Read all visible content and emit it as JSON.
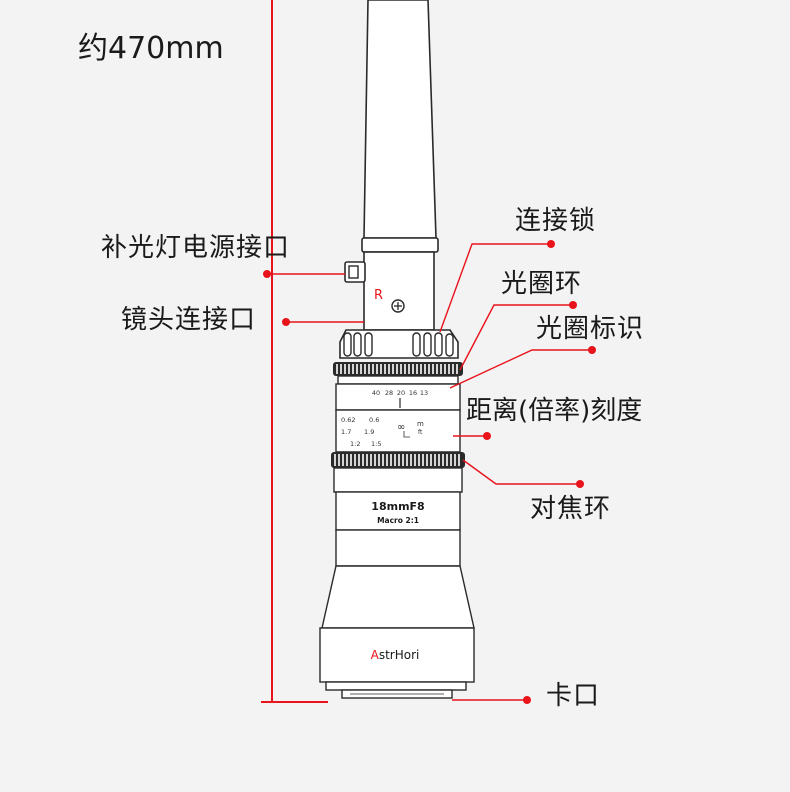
{
  "length_label": "约470mm",
  "callouts": {
    "lock": "连接锁",
    "light_port": "补光灯电源接口",
    "lens_connector": "镜头连接口",
    "aperture_ring": "光圈环",
    "aperture_mark": "光圈标识",
    "distance_scale": "距离(倍率)刻度",
    "focus_ring": "对焦环",
    "mount": "卡口"
  },
  "lens": {
    "r_mark": "R",
    "aperture_scale": [
      "40",
      "28",
      "20",
      "16",
      "13"
    ],
    "distance_m": [
      "0.62",
      "0.6"
    ],
    "distance_ft": [
      "1.7",
      "1.9"
    ],
    "mag": [
      "1:2",
      "1:5"
    ],
    "infinity": "∞",
    "unit_m": "m",
    "unit_ft": "ft",
    "model": "18mmF8",
    "macro": "Macro 2:1",
    "brand": "AstrHori",
    "brand_first_letter": "A",
    "brand_rest": "strHori"
  },
  "colors": {
    "accent": "#e8131b",
    "outline": "#2a2a2a",
    "body": "#ffffff",
    "background": "#f3f3f3"
  }
}
